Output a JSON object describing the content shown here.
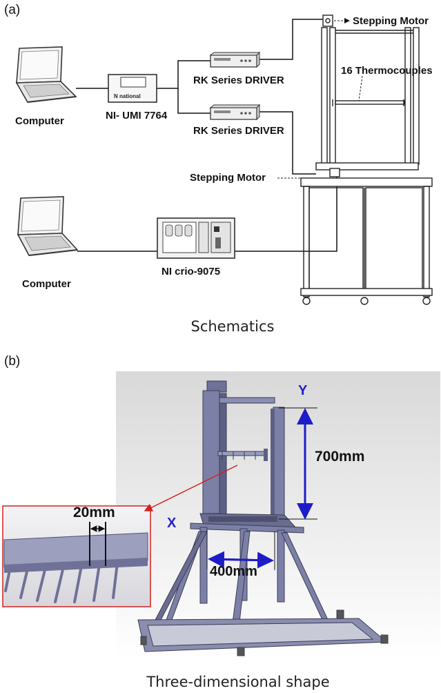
{
  "panel_a": {
    "label": "(a)",
    "computer_top": "Computer",
    "ni_umi": "NI- UMI 7764",
    "ni_umi_brand": "N national",
    "rk_driver_1": "RK Series DRIVER",
    "rk_driver_2": "RK Series DRIVER",
    "stepping_motor_top": "Stepping Motor",
    "thermocouples": "16 Thermocouples",
    "stepping_motor_mid": "Stepping Motor",
    "computer_bottom": "Computer",
    "ni_crio": "NI crio-9075",
    "caption": "Schematics"
  },
  "panel_b": {
    "label": "(b)",
    "axis_y": "Y",
    "axis_x": "X",
    "dim_700": "700mm",
    "dim_400": "400mm",
    "dim_20": "20mm",
    "caption": "Three-dimensional shape"
  },
  "colors": {
    "frame": "#6f7296",
    "frame_dark": "#4e5070",
    "dimension_blue": "#1d1dc8",
    "inset_red": "#d42020"
  }
}
